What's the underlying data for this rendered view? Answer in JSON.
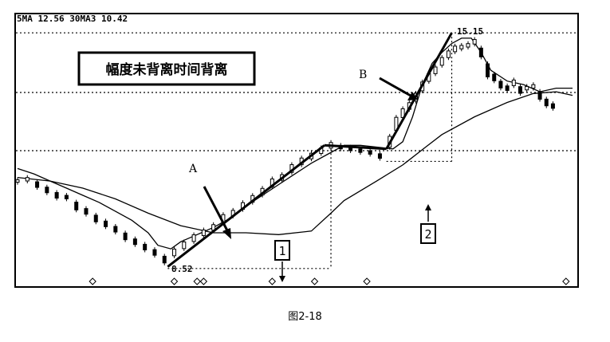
{
  "figure": {
    "ma_legend": "5MA 12.56  30MA3 10.42",
    "title_box": "幅度未背离时间背离",
    "caption": "图2-18"
  },
  "chart_data": {
    "type": "line",
    "annotations": {
      "a": "A",
      "b": "B",
      "box1": "1",
      "box2": "2",
      "high_label": "15.15",
      "low_label": "8.52"
    },
    "grid": "dotted horizontal lines",
    "ma5": [
      [
        0,
        11.35
      ],
      [
        5,
        11.2
      ],
      [
        10,
        11.0
      ],
      [
        15,
        10.8
      ],
      [
        20,
        10.6
      ],
      [
        25,
        10.4
      ],
      [
        30,
        10.15
      ],
      [
        35,
        9.9
      ],
      [
        40,
        9.55
      ],
      [
        43,
        9.2
      ],
      [
        47,
        9.1
      ],
      [
        50,
        9.3
      ],
      [
        55,
        9.5
      ],
      [
        60,
        9.7
      ],
      [
        65,
        9.95
      ],
      [
        70,
        10.3
      ],
      [
        75,
        10.6
      ],
      [
        80,
        10.9
      ],
      [
        85,
        11.2
      ],
      [
        90,
        11.5
      ],
      [
        95,
        11.75
      ],
      [
        100,
        12.0
      ],
      [
        105,
        12.0
      ],
      [
        110,
        11.95
      ],
      [
        115,
        11.9
      ],
      [
        118,
        12.1
      ],
      [
        121,
        12.8
      ],
      [
        124,
        13.7
      ],
      [
        127,
        14.3
      ],
      [
        130,
        14.6
      ],
      [
        133,
        14.85
      ],
      [
        136,
        15.0
      ],
      [
        139,
        15.0
      ],
      [
        142,
        14.6
      ],
      [
        145,
        14.1
      ],
      [
        150,
        13.8
      ],
      [
        155,
        13.7
      ],
      [
        160,
        13.5
      ],
      [
        165,
        13.6
      ],
      [
        170,
        13.6
      ]
    ],
    "ma30": [
      [
        0,
        11.1
      ],
      [
        10,
        11.0
      ],
      [
        20,
        10.8
      ],
      [
        30,
        10.5
      ],
      [
        40,
        10.1
      ],
      [
        50,
        9.75
      ],
      [
        60,
        9.55
      ],
      [
        70,
        9.55
      ],
      [
        80,
        9.5
      ],
      [
        90,
        9.6
      ],
      [
        96,
        10.1
      ],
      [
        100,
        10.45
      ],
      [
        110,
        11.0
      ],
      [
        118,
        11.45
      ],
      [
        125,
        11.95
      ],
      [
        130,
        12.3
      ],
      [
        140,
        12.8
      ],
      [
        150,
        13.2
      ],
      [
        158,
        13.45
      ],
      [
        165,
        13.5
      ],
      [
        170,
        13.4
      ]
    ],
    "trendline_a": [
      [
        46,
        8.6
      ],
      [
        94,
        12.0
      ]
    ],
    "trendline_between": [
      [
        94,
        12.0
      ],
      [
        113,
        11.9
      ]
    ],
    "trendline_b": [
      [
        113,
        11.9
      ],
      [
        133,
        15.15
      ]
    ],
    "candles": [
      [
        0,
        11.0
      ],
      [
        3,
        11.05
      ],
      [
        6,
        10.9
      ],
      [
        9,
        10.75
      ],
      [
        12,
        10.6
      ],
      [
        15,
        10.55
      ],
      [
        18,
        10.3
      ],
      [
        21,
        10.15
      ],
      [
        24,
        9.95
      ],
      [
        27,
        9.8
      ],
      [
        30,
        9.65
      ],
      [
        33,
        9.45
      ],
      [
        36,
        9.3
      ],
      [
        39,
        9.15
      ],
      [
        42,
        9.0
      ],
      [
        45,
        8.8
      ],
      [
        48,
        9.0
      ],
      [
        51,
        9.2
      ],
      [
        54,
        9.4
      ],
      [
        57,
        9.55
      ],
      [
        60,
        9.7
      ],
      [
        63,
        9.95
      ],
      [
        66,
        10.1
      ],
      [
        69,
        10.3
      ],
      [
        72,
        10.5
      ],
      [
        75,
        10.7
      ],
      [
        78,
        10.95
      ],
      [
        81,
        11.1
      ],
      [
        84,
        11.35
      ],
      [
        87,
        11.55
      ],
      [
        90,
        11.7
      ],
      [
        93,
        11.85
      ],
      [
        96,
        12.0
      ],
      [
        99,
        11.95
      ],
      [
        102,
        11.9
      ],
      [
        105,
        11.85
      ],
      [
        108,
        11.8
      ],
      [
        111,
        11.7
      ],
      [
        114,
        12.1
      ],
      [
        116,
        12.6
      ],
      [
        118,
        12.9
      ],
      [
        120,
        13.1
      ],
      [
        122,
        13.35
      ],
      [
        124,
        13.65
      ],
      [
        126,
        13.9
      ],
      [
        128,
        14.1
      ],
      [
        130,
        14.35
      ],
      [
        132,
        14.55
      ],
      [
        134,
        14.7
      ],
      [
        136,
        14.75
      ],
      [
        138,
        14.8
      ],
      [
        140,
        14.9
      ],
      [
        142,
        14.6
      ],
      [
        144,
        14.1
      ],
      [
        146,
        13.9
      ],
      [
        148,
        13.7
      ],
      [
        150,
        13.6
      ],
      [
        152,
        13.75
      ],
      [
        154,
        13.55
      ],
      [
        156,
        13.6
      ],
      [
        158,
        13.65
      ],
      [
        160,
        13.4
      ],
      [
        162,
        13.2
      ],
      [
        164,
        13.1
      ]
    ],
    "xlim": [
      0,
      170
    ],
    "ylim": [
      8.3,
      15.4
    ]
  },
  "colors": {
    "ink": "#000000",
    "paper": "#ffffff"
  }
}
